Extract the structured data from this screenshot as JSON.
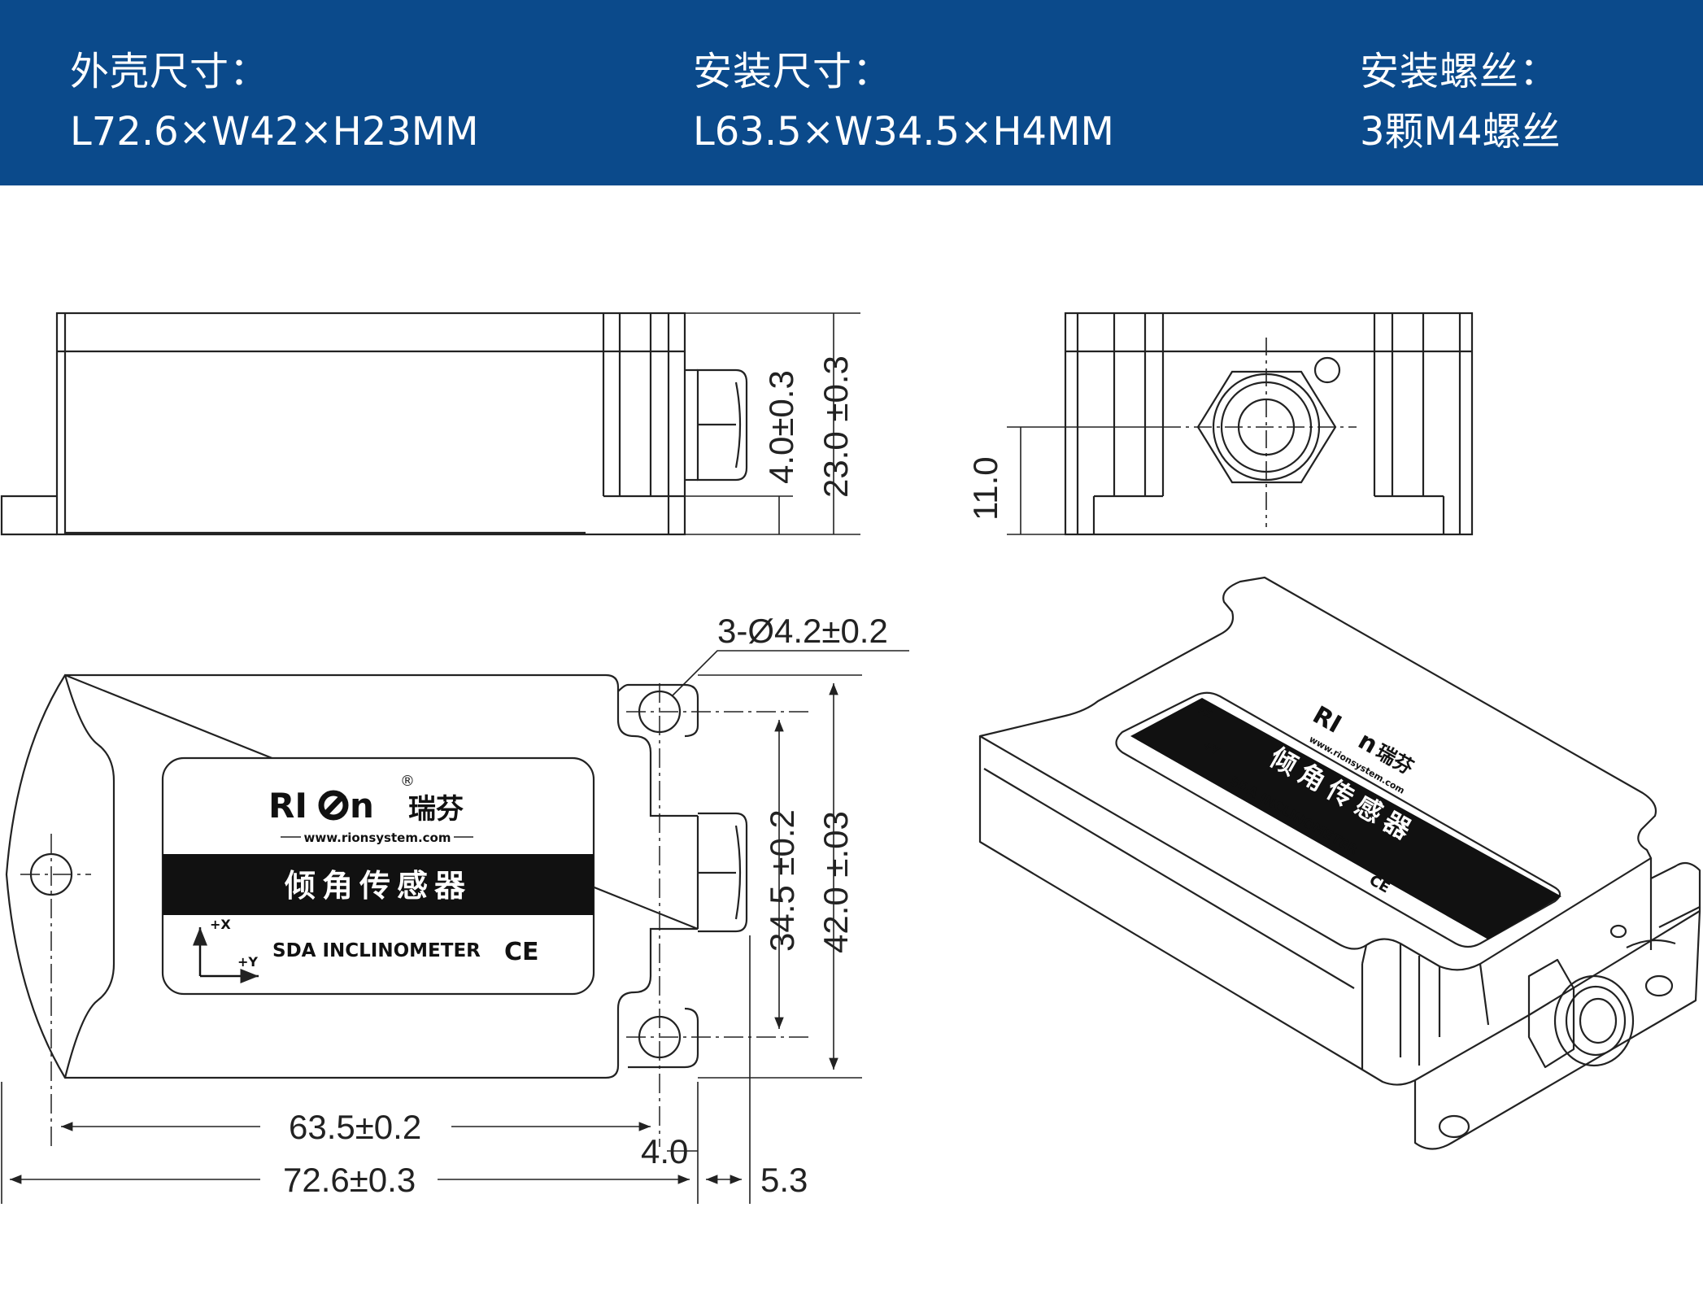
{
  "specs": [
    {
      "title": "外壳尺寸：",
      "value": "L72.6×W42×H23MM"
    },
    {
      "title": "安装尺寸：",
      "value": "L63.5×W34.5×H4MM"
    },
    {
      "title": "安装螺丝：",
      "value": "3颗M4螺丝"
    }
  ],
  "colors": {
    "banner": "#0b4a8b",
    "line": "#222222"
  },
  "dimensions": {
    "side_flange": "4.0±0.3",
    "side_height": "23.0 ±0.3",
    "front_center": "11.0",
    "hole": "3-Ø4.2±0.2",
    "mount_width": "34.5 ±0.2",
    "total_width": "42.0 ±.03",
    "mount_length": "63.5±0.2",
    "flange_offset": "4.0",
    "total_length": "72.6±0.3",
    "gland": "5.3"
  },
  "label": {
    "brand": "RI",
    "brand_tail": "n",
    "brand_cn": "瑞芬",
    "registered": "®",
    "website": "www.rionsystem.com",
    "product_cn": "倾角传感器",
    "product_en": "SDA INCLINOMETER",
    "axis_x": "+X",
    "axis_y": "+Y",
    "ce": "CE"
  }
}
